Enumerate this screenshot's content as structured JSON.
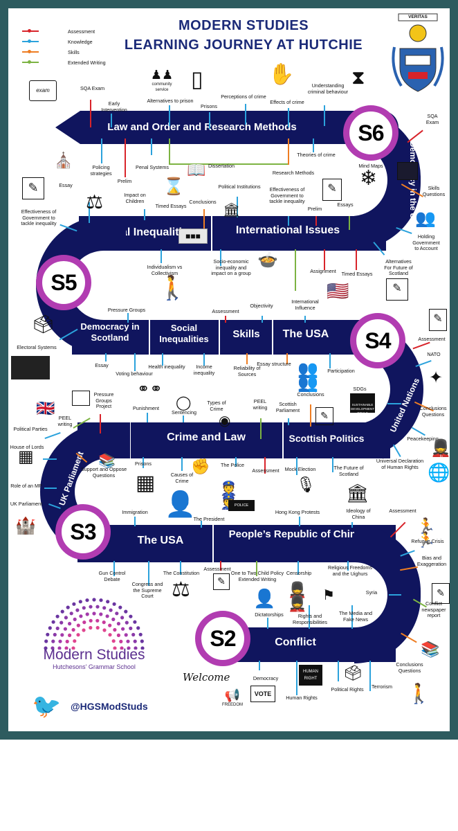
{
  "title": {
    "line1": "MODERN STUDIES",
    "line2": "LEARNING JOURNEY AT HUTCHIE"
  },
  "legend": [
    {
      "label": "Assessment",
      "color": "#d8232a"
    },
    {
      "label": "Knowledge",
      "color": "#2ba2dc"
    },
    {
      "label": "Skills",
      "color": "#ee7d22"
    },
    {
      "label": "Extended Writing",
      "color": "#7cb342"
    }
  ],
  "crest_motto": "VERITAS",
  "badges": {
    "s6": "S6",
    "s5": "S5",
    "s4": "S4",
    "s3": "S3",
    "s2": "S2"
  },
  "sections": {
    "s6_main": "Law and Order and Research Methods",
    "s6_side": "Democracy in the UK",
    "s5_a": "Social Inequalities",
    "s5_b": "International Issues",
    "s4_a": "Democracy in Scotland",
    "s4_b": "Social Inequalities",
    "s4_c": "Skills",
    "s4_d": "The USA",
    "s4_side": "United Nations",
    "s3_main": "Crime and Law",
    "s3_b": "Scottish Politics",
    "s3_side": "UK Parliament",
    "s3_usa": "The USA",
    "s3_china": "People’s Republic of China",
    "s2_main": "Conflict"
  },
  "labels": {
    "sqa_exam_left": "SQA Exam",
    "early_intervention": "Early Intervention",
    "alternatives_to_prison": "Alternatives to prison",
    "prisons_top": "Prisons",
    "perceptions_of_crime": "Perceptions of crime",
    "effects_of_crime": "Effects of crime",
    "understanding_criminal": "Understanding criminal behaviour",
    "sqa_exam_right": "SQA Exam",
    "policing_strategies": "Policing strategies",
    "prelim_top": "Prelim",
    "penal_systems": "Penal Systems",
    "dissertation": "Dissertation",
    "theories_of_crime": "Theories of crime",
    "research_methods": "Research Methods",
    "mind_maps": "Mind Maps",
    "skills_questions": "Skills Questions",
    "essay_s5": "Essay",
    "impact_on_children": "Impact on Children",
    "timed_essays_s5": "Timed Essays",
    "conclusions_s5": "Conclusions",
    "political_institutions": "Political Institutions",
    "effectiveness_gov_right": "Effectiveness of Government to tackle inequality",
    "prelim_s5": "Prelim",
    "essays_s5": "Essays",
    "effectiveness_gov_left": "Effectiveness of Government to tackle inequality",
    "holding_government": "Holding Government to Account",
    "individualism": "Individualism vs Collectivism",
    "socio_economic": "Socio-economic inequality and impact on a group",
    "assignment": "Assignment",
    "timed_essays_s6": "Timed Essays",
    "alternatives_scotland": "Alternatives For Future of Scotland",
    "pressure_groups_s4": "Pressure Groups",
    "assessment_s4": "Assessment",
    "objectivity": "Objectivity",
    "international_influence": "International Influence",
    "assessment_s4_right": "Assessment",
    "electoral_systems": "Electoral Systems",
    "essay_s4": "Essay",
    "voting_behaviour": "Voting behaviour",
    "health_inequality": "Health inequality",
    "income_inequality": "Income inequality",
    "reliability": "Reliability of Sources",
    "essay_structure": "Essay structure",
    "participation": "Participation",
    "nato": "NATO",
    "sdgs": "SDGs",
    "conclusions_questions_un": "Conclusions Questions",
    "peacekeeping": "Peacekeeping",
    "udhr": "Universal Declaration of Human Rights",
    "pressure_groups_project": "Pressure Groups Project",
    "punishment": "Punishment",
    "sentencing": "Sentencing",
    "types_of_crime": "Types of Crime",
    "peel_writing_right": "PEEL writing",
    "scottish_parliament": "Scottish Parliament",
    "conclusions_s3": "Conclusions",
    "political_parties": "Political Parties",
    "peel_writing_left": "PEEL writing",
    "house_of_lords": "House of Lords",
    "role_of_mp": "Role of an MP",
    "uk_parliament_label": "UK Parliament",
    "support_oppose": "Support and Oppose Questions",
    "prisons_s3": "Prisons",
    "causes_of_crime": "Causes of Crime",
    "the_police": "The Police",
    "assessment_s3": "Assessment",
    "mock_election": "Mock Election",
    "future_scotland": "The Future of Scotland",
    "immigration": "Immigration",
    "the_president": "The President",
    "hong_kong": "Hong Kong Protests",
    "ideology_china": "Ideology of China",
    "assessment_china": "Assessment",
    "refugee_crisis": "Refugee Crisis",
    "bias": "Bias and Exaggeration",
    "gun_control": "Gun Control Debate",
    "congress": "Congress and the Supreme Court",
    "constitution": "The Constitution",
    "assessment_usa": "Assessment",
    "one_to_two": "One to Two Child Policy Extended Writing",
    "censorship": "Censorship",
    "religious_freedoms": "Religious Freedoms and the Uighurs",
    "syria": "Syria",
    "conflict_report": "Conflict newspaper report",
    "dictatorships": "Dictatorships",
    "rights_responsibilities": "Rights and Responsibilities",
    "media_fake_news": "The Media and Fake News",
    "conclusions_s2": "Conclusions Questions",
    "democracy_s2": "Democracy",
    "human_rights": "Human Rights",
    "political_rights": "Political Rights",
    "terrorism": "Terrorism"
  },
  "icon_text": {
    "community_service": "community service",
    "welcome": "Welcome",
    "vote": "VOTE",
    "human_right": "HUMAN RIGHT",
    "police_scotland": "POLICE SCOTLAND",
    "sdg_goals": "SUSTAINABLE DEVELOPMENT GOALS",
    "exam": "exam",
    "freedom": "FREEDOM"
  },
  "logo": {
    "line1": "Modern Studies",
    "line2": "Hutchesons’ Grammar School"
  },
  "twitter_handle": "@HGSModStuds",
  "colors": {
    "road": "#10155e",
    "badge_ring": "#b13cb1",
    "frame": "#2d5b5f",
    "title": "#1b2a78"
  }
}
